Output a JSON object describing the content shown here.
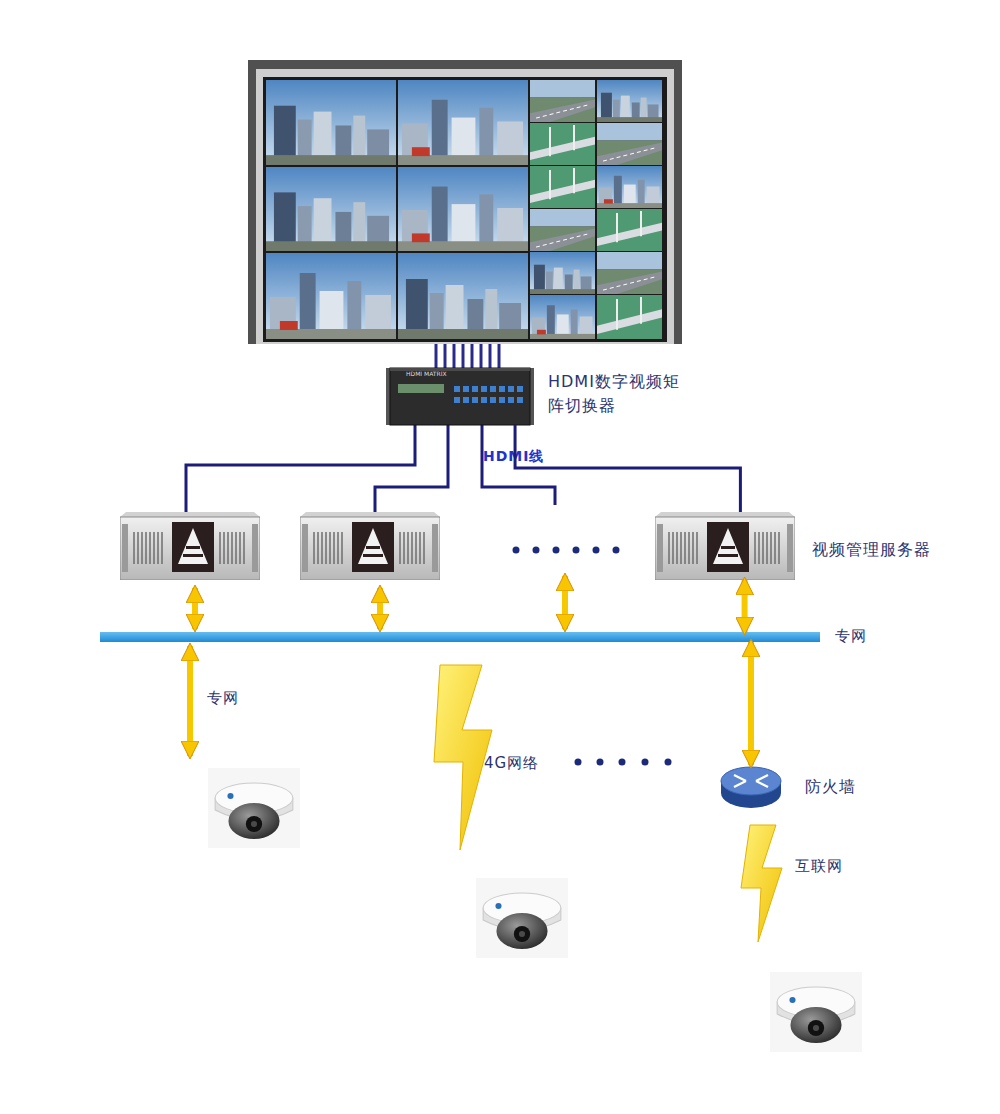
{
  "diagram": {
    "nodes": [
      {
        "text": [
          "HDMI数字视频矩 阵切换器"
        ]
      },
      {
        "text": [
          "视频管理服务器"
        ]
      },
      {
        "text": [
          "专网"
        ]
      },
      {
        "text": [
          "防火墙"
        ]
      }
    ],
    "edges": [
      {
        "from": 1,
        "to": 0,
        "arrow": "none"
      },
      {
        "from": 1,
        "to": 2,
        "arrow": "both"
      },
      {
        "from": 2,
        "to": 3,
        "arrow": "both"
      }
    ],
    "labels": [
      "HDMI MATRIX",
      "HDMI线",
      "专网",
      "4G网络",
      "互联网"
    ]
  }
}
